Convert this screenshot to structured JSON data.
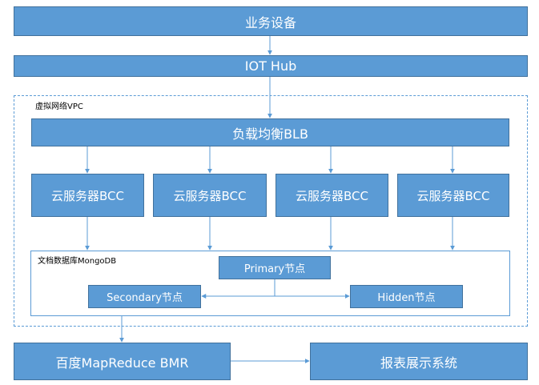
{
  "diagram": {
    "business_devices": "业务设备",
    "iot_hub": "IOT Hub",
    "vpc_label": "虚拟网络VPC",
    "load_balancer": "负载均衡BLB",
    "bcc_servers": [
      "云服务器BCC",
      "云服务器BCC",
      "云服务器BCC",
      "云服务器BCC"
    ],
    "mongodb_label": "文档数据库MongoDB",
    "primary_node": "Primary节点",
    "secondary_node": "Secondary节点",
    "hidden_node": "Hidden节点",
    "bmr": "百度MapReduce BMR",
    "report_system": "报表展示系统"
  },
  "colors": {
    "box_fill": "#5b9bd5",
    "box_border": "#41719c",
    "connector": "#5b9bd5"
  }
}
